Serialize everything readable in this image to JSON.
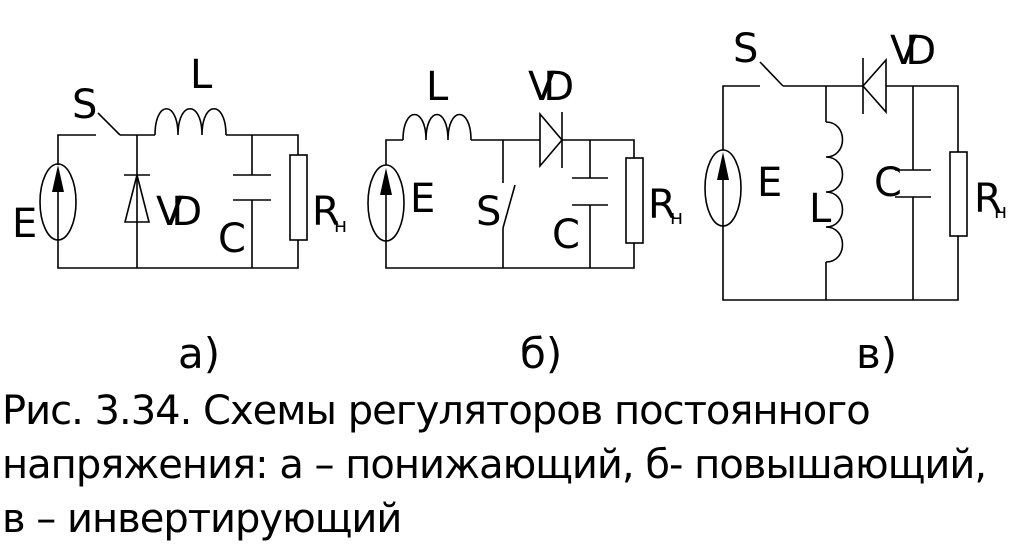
{
  "circuits": [
    {
      "id": "a",
      "caption": "а)",
      "labels": {
        "switch": "S",
        "inductor": "L",
        "source": "E",
        "diode": "VD",
        "capacitor": "C",
        "load": "R",
        "load_sub": "н"
      }
    },
    {
      "id": "b",
      "caption": "б)",
      "labels": {
        "inductor": "L",
        "diode": "VD",
        "source": "E",
        "switch": "S",
        "capacitor": "C",
        "load": "R",
        "load_sub": "н"
      }
    },
    {
      "id": "c",
      "caption": "в)",
      "labels": {
        "switch": "S",
        "diode": "VD",
        "source": "E",
        "inductor": "L",
        "capacitor": "C",
        "load": "R",
        "load_sub": "н"
      }
    }
  ],
  "figure_caption": "Рис. 3.34. Схемы регуляторов постоянного напряжения: а – понижающий, б- повышающий, в – инвертирующий"
}
